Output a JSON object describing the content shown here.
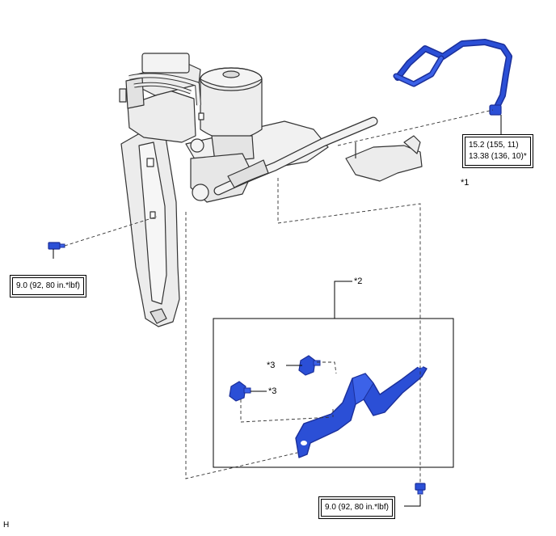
{
  "callouts": {
    "part1": "*1",
    "part2": "*2",
    "part3_upper": "*3",
    "part3_lower": "*3"
  },
  "torque_specs": {
    "pipe": {
      "line1": "15.2 (155, 11)",
      "line2": "13.38 (136, 10)*"
    },
    "left_bolt": "9.0 (92, 80 in.*lbf)",
    "bottom_bolt": "9.0 (92, 80 in.*lbf)"
  },
  "figure_code": "H",
  "colors": {
    "highlight_part": "#2b4fd6",
    "highlight_dark": "#1b2f9a",
    "assembly_fill": "#e9e9e9",
    "outline": "#333333"
  }
}
